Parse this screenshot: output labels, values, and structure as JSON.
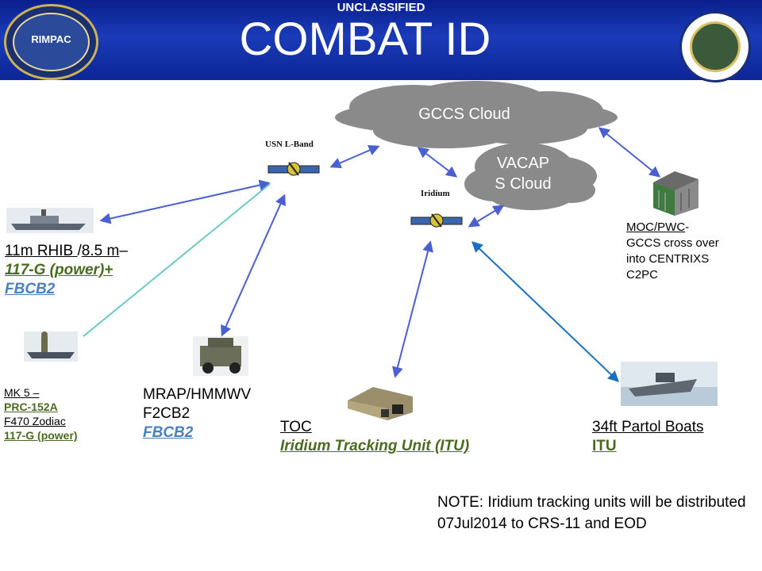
{
  "header": {
    "classification": "UNCLASSIFIED",
    "title": "COMBAT ID",
    "left_logo_text": "RIMPAC",
    "left_logo_icon": "rimpac-logo",
    "right_logo_icon": "coastal-riverine-group-one-seal"
  },
  "clouds": {
    "gccs": "GCCS Cloud",
    "vacaps_line1": "VACAP",
    "vacaps_line2": "S Cloud"
  },
  "satellites": {
    "usn_lband": "USN L-Band",
    "iridium": "Iridium"
  },
  "rhib": {
    "line1_a": "11m RHIB ",
    "line1_b": "/",
    "line1_c": "8.5 m",
    "line1_d": "–",
    "line2": "117-G  (power)+",
    "line3": "FBCB2"
  },
  "mk5": {
    "line1": "MK 5 –",
    "line2": "PRC-152A",
    "line3": "F470 Zodiac",
    "line4": "117-G (power)"
  },
  "mrap": {
    "line1": "MRAP/HMMWV",
    "line2": "F2CB2",
    "line3": "FBCB2"
  },
  "toc": {
    "line1": "TOC",
    "line2": "Iridium Tracking Unit (ITU)"
  },
  "patrol": {
    "line1": "34ft Partol Boats",
    "line2": "ITU"
  },
  "moc": {
    "line1_a": "MOC/PWC",
    "line1_b": "-",
    "line2": "GCCS cross over",
    "line3": "into CENTRIXS",
    "line4": "C2PC"
  },
  "note": "NOTE: Iridium tracking units will be distributed 07Jul2014 to CRS-11 and EOD",
  "colors": {
    "header_blue": "#1a3bb8",
    "arrow_blue": "#4a5fd0",
    "arrow_teal": "#6fc8c8",
    "cloud_gray": "#8c8c8c",
    "label_green": "#4a6a1f",
    "label_blue": "#4a7fc0"
  }
}
